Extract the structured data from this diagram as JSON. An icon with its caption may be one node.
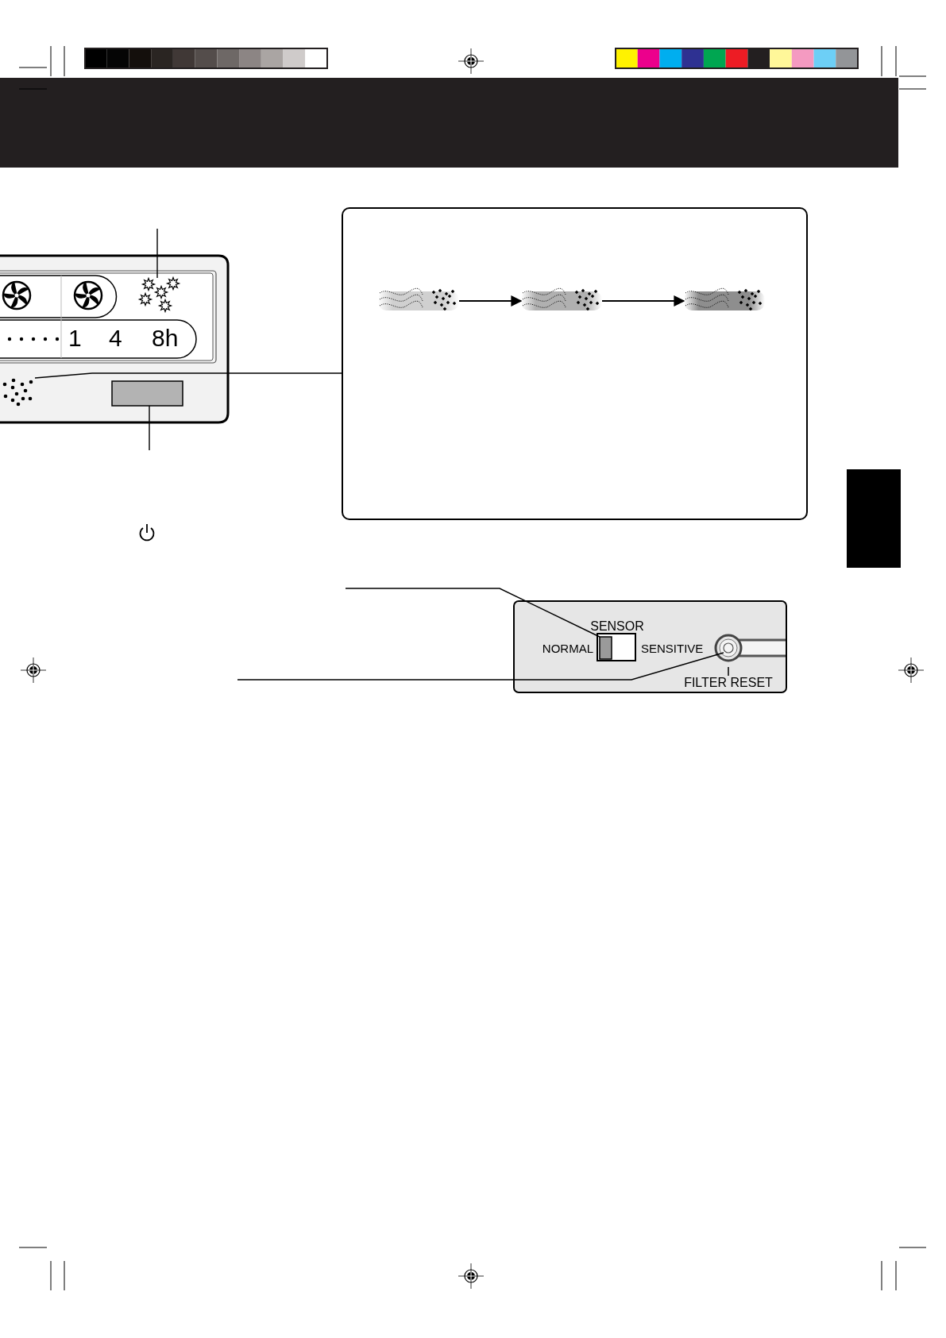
{
  "diagram": {
    "nodes": [
      {
        "text": [],
        "shape": "picture"
      },
      {
        "text": [],
        "shape": "picture"
      },
      {
        "text": [],
        "shape": "box"
      },
      {
        "text": [],
        "shape": "picture",
        "in": 2
      },
      {
        "text": [],
        "shape": "picture",
        "in": 2
      },
      {
        "text": [],
        "shape": "picture",
        "in": 2
      },
      {
        "text": [],
        "shape": "box"
      },
      {
        "text": [],
        "shape": "box"
      },
      {
        "text": [],
        "shape": "circle"
      },
      {
        "text": [],
        "shape": "bar"
      }
    ],
    "edges": [
      {
        "from": null,
        "to": 0,
        "arrow": "none"
      },
      {
        "from": 1,
        "to": 2,
        "arrow": "none"
      },
      {
        "from": 3,
        "to": 4,
        "arrow": "to"
      },
      {
        "from": 4,
        "to": 5,
        "arrow": "to"
      },
      {
        "from": 6,
        "to": null,
        "arrow": "none"
      },
      {
        "from": null,
        "to": 7,
        "arrow": "none"
      },
      {
        "from": null,
        "to": 8,
        "arrow": "none"
      }
    ],
    "labels": [
      "1",
      "4",
      "8h",
      "SENSOR",
      "NORMAL",
      "SENSITIVE",
      "FILTER RESET"
    ]
  }
}
